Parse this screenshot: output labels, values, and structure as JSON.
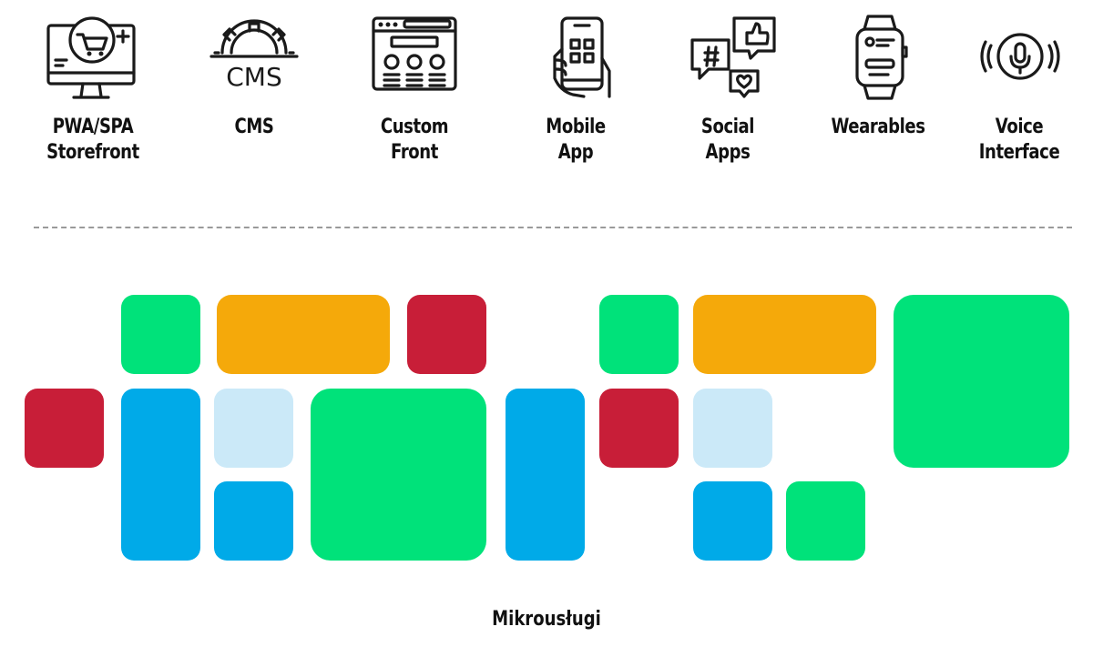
{
  "channels": [
    {
      "label_line1": "PWA/SPA",
      "label_line2": "Storefront",
      "icon": "shopping-cart-monitor-icon"
    },
    {
      "label_line1": "CMS",
      "label_line2": "",
      "icon": "cms-gear-icon"
    },
    {
      "label_line1": "Custom",
      "label_line2": "Front",
      "icon": "browser-window-icon"
    },
    {
      "label_line1": "Mobile",
      "label_line2": "App",
      "icon": "smartphone-hand-icon"
    },
    {
      "label_line1": "Social",
      "label_line2": "Apps",
      "icon": "social-bubbles-icon"
    },
    {
      "label_line1": "Wearables",
      "label_line2": "",
      "icon": "smartwatch-icon"
    },
    {
      "label_line1": "Voice",
      "label_line2": "Interface",
      "icon": "microphone-icon"
    }
  ],
  "colors": {
    "green": "#00e27a",
    "orange": "#f5a90a",
    "red": "#c81e38",
    "blue": "#00aae8",
    "light_blue": "#cbe9f8"
  },
  "microservices_label": "Mikrousługi"
}
